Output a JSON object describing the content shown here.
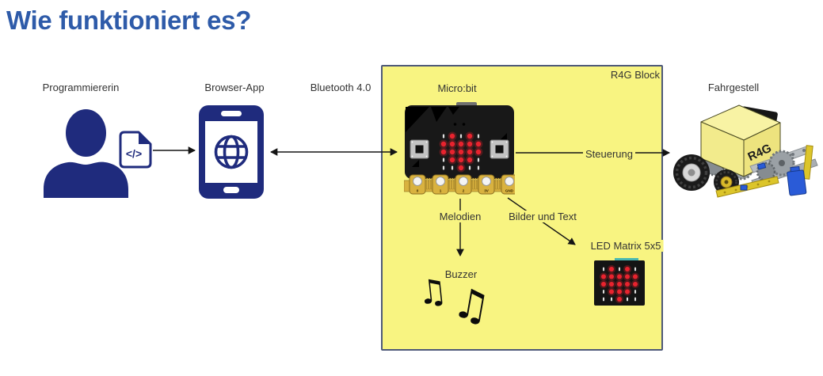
{
  "title": "Wie funktioniert es?",
  "labels": {
    "programmer": "Programmiererin",
    "browser_app": "Browser-App",
    "bluetooth": "Bluetooth 4.0",
    "microbit": "Micro:bit",
    "r4g_block": "R4G Block",
    "steuerung": "Steuerung",
    "fahrgestell": "Fahrgestell",
    "melodien": "Melodien",
    "bilder_und_text": "Bilder und Text",
    "buzzer": "Buzzer",
    "led_matrix": "LED Matrix 5x5"
  },
  "icons": {
    "code_file_text": "</>",
    "car_body_text": "R4G",
    "music_note_glyph": "♫"
  },
  "microbit": {
    "pins": [
      "0",
      "1",
      "2",
      "3V",
      "GND"
    ],
    "led_pattern": [
      [
        0,
        1,
        0,
        1,
        0
      ],
      [
        1,
        1,
        1,
        1,
        1
      ],
      [
        1,
        1,
        1,
        1,
        1
      ],
      [
        0,
        1,
        1,
        1,
        0
      ],
      [
        0,
        0,
        1,
        0,
        0
      ]
    ]
  },
  "colors": {
    "title": "#2e5ba9",
    "navy": "#1f2b7d",
    "bluetooth_blue": "#3d7cc0",
    "block_fill": "#f8f481",
    "block_border": "#4d5878",
    "led_red": "#e8232e",
    "microbit_cyan": "#18a3dc",
    "gold": "#d9b23f"
  }
}
